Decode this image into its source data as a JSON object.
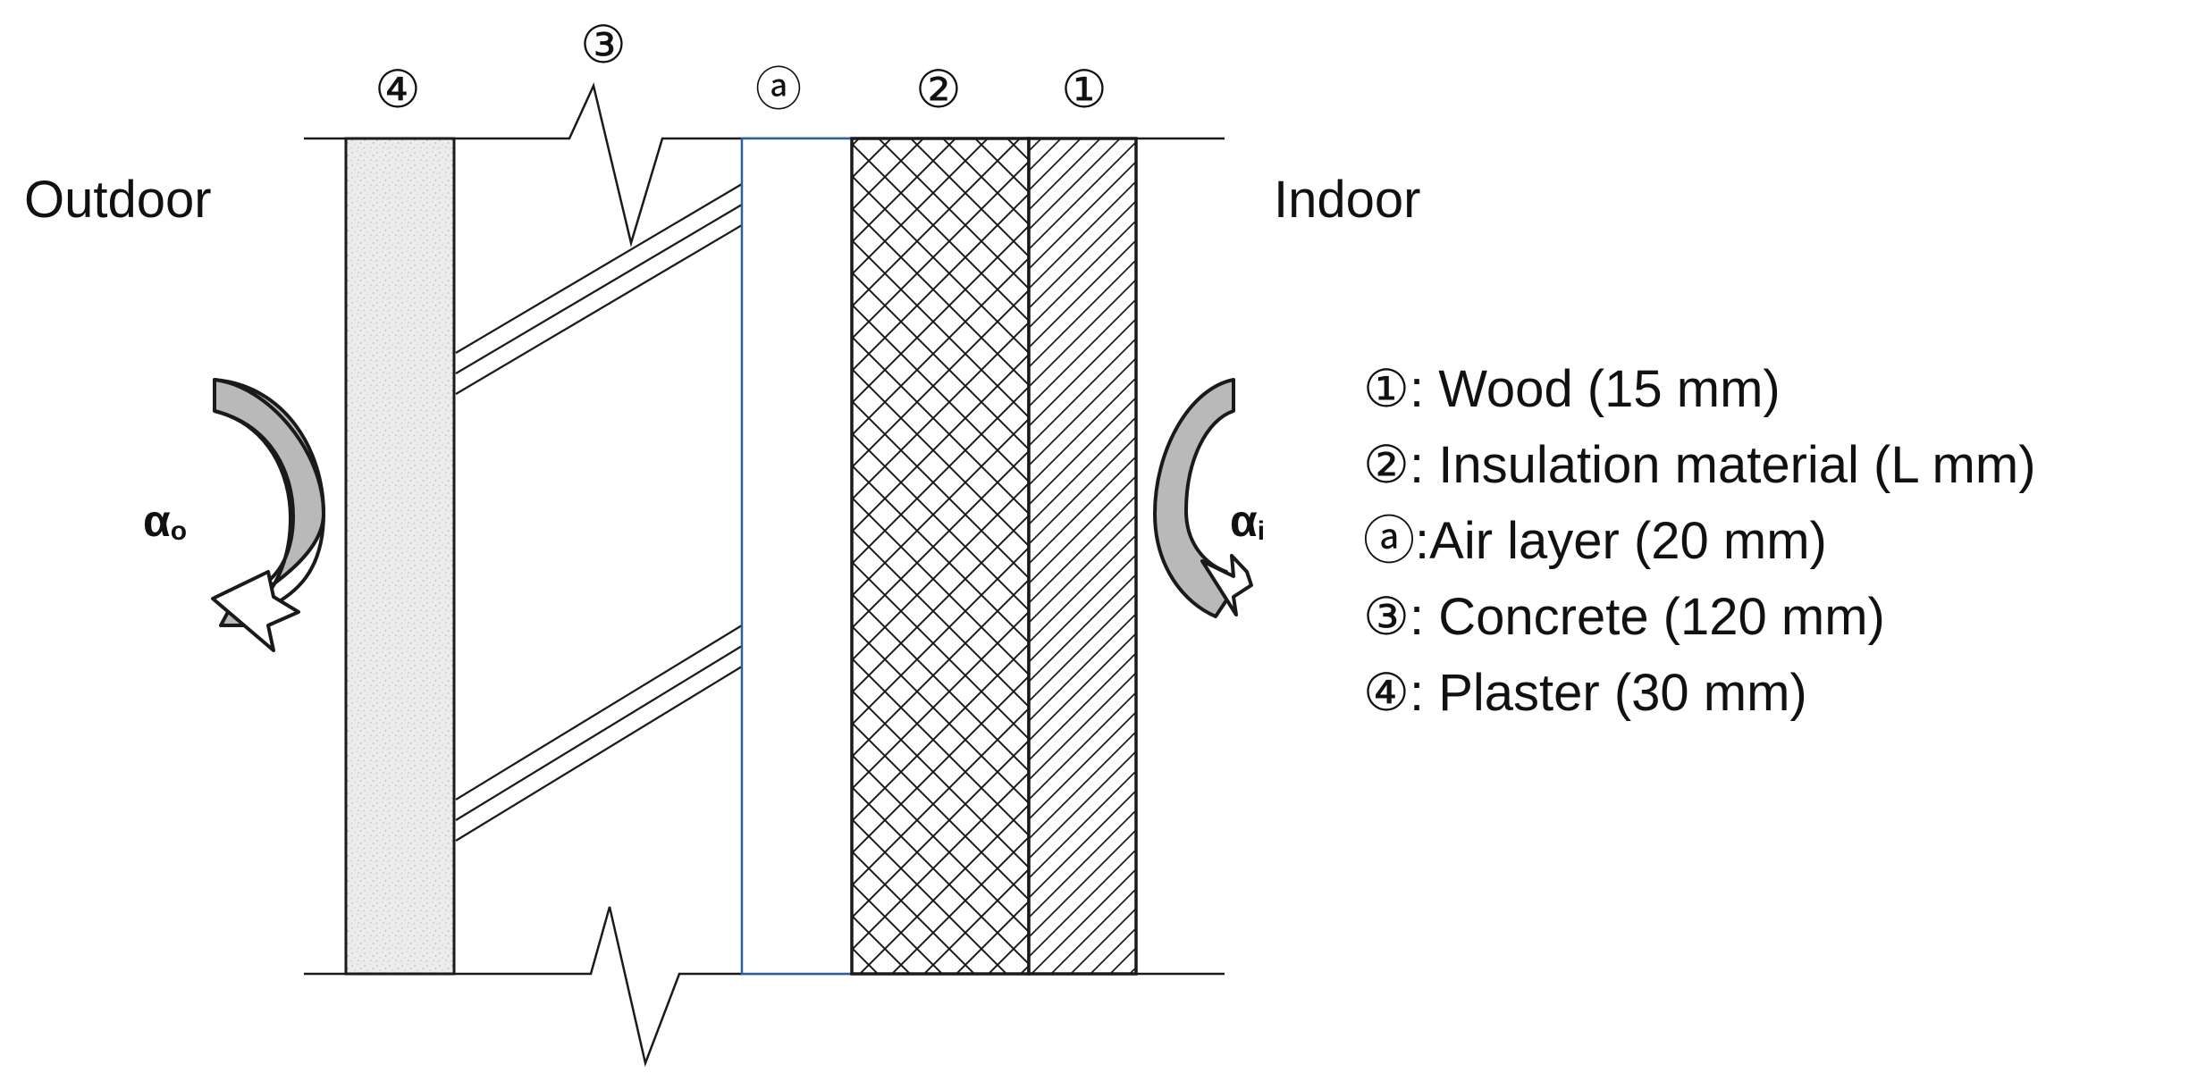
{
  "labels": {
    "outdoor": "Outdoor",
    "indoor": "Indoor"
  },
  "layer_marks": {
    "plaster": "④",
    "concrete": "③",
    "air": "ⓐ",
    "insulation": "②",
    "wood": "①"
  },
  "coefficients": {
    "outdoor_base": "α",
    "outdoor_sub": "o",
    "indoor_base": "α",
    "indoor_sub": "i"
  },
  "legend": [
    {
      "mark": "①",
      "text": ": Wood (15 mm)"
    },
    {
      "mark": "②",
      "text": ": Insulation material (L mm)"
    },
    {
      "mark": "ⓐ",
      "text": ":Air layer (20 mm)"
    },
    {
      "mark": "③",
      "text": ": Concrete (120 mm)"
    },
    {
      "mark": "④",
      "text": ": Plaster (30 mm)"
    }
  ],
  "colors": {
    "line": "#1a1a1a",
    "air_layer_border": "#2d5f9a",
    "plaster_fill": "#ececec",
    "arrow_fill": "#b9b9b9"
  }
}
